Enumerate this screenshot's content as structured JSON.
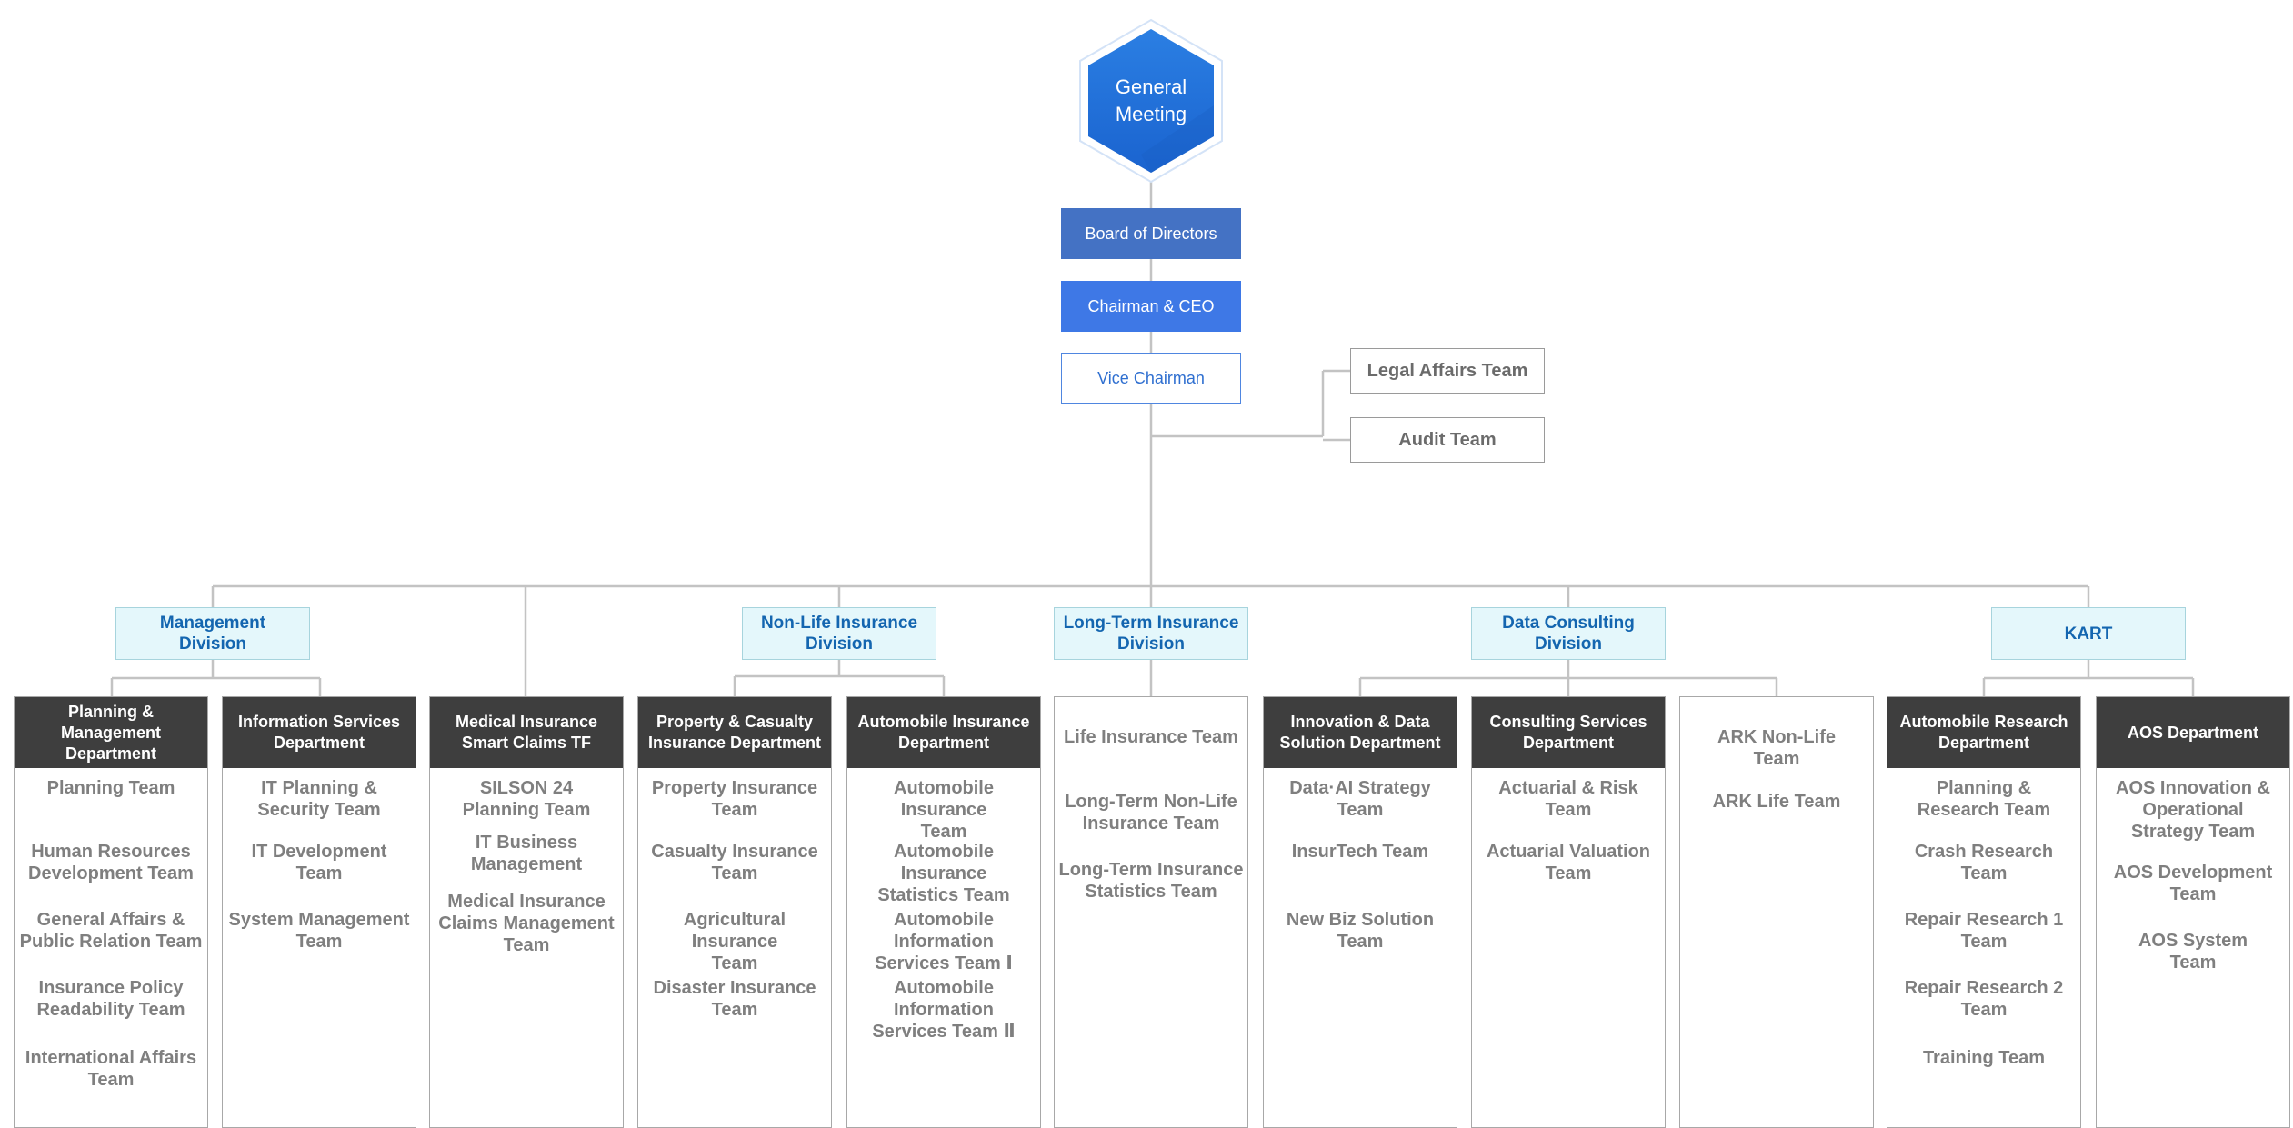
{
  "top": {
    "general_meeting": "General\nMeeting",
    "board": "Board of Directors",
    "chairman": "Chairman & CEO",
    "vice_chairman": "Vice Chairman",
    "legal": "Legal Affairs Team",
    "audit": "Audit Team"
  },
  "divisions": {
    "management": "Management\nDivision",
    "nonlife": "Non-Life Insurance\nDivision",
    "longterm": "Long-Term Insurance\nDivision",
    "data": "Data Consulting\nDivision",
    "kart": "KART"
  },
  "columns": {
    "planning_mgmt": {
      "header": "Planning & Management\nDepartment",
      "teams": [
        "Planning Team",
        "Human Resources\nDevelopment Team",
        "General Affairs &\nPublic Relation Team",
        "Insurance Policy\nReadability Team",
        "International Affairs\nTeam"
      ]
    },
    "info_services": {
      "header": "Information Services\nDepartment",
      "teams": [
        "IT Planning &\nSecurity Team",
        "IT Development\nTeam",
        "System Management\nTeam"
      ]
    },
    "medical_tf": {
      "header": "Medical Insurance\nSmart Claims TF",
      "teams": [
        "SILSON 24\nPlanning Team",
        "IT Business\nManagement",
        "Medical Insurance\nClaims Management\nTeam"
      ]
    },
    "property_casualty": {
      "header": "Property & Casualty\nInsurance Department",
      "teams": [
        "Property Insurance\nTeam",
        "Casualty Insurance\nTeam",
        "Agricultural Insurance\nTeam",
        "Disaster Insurance\nTeam"
      ]
    },
    "automobile": {
      "header": "Automobile Insurance\nDepartment",
      "teams": [
        "Automobile Insurance\nTeam",
        "Automobile Insurance\nStatistics Team",
        "Automobile Information\nServices Team Ⅰ",
        "Automobile Information\nServices Team Ⅱ"
      ]
    },
    "longterm": {
      "teams": [
        "Life Insurance Team",
        "Long-Term Non-Life\nInsurance Team",
        "Long-Term Insurance\nStatistics Team"
      ]
    },
    "innovation": {
      "header": "Innovation & Data\nSolution Department",
      "teams": [
        "Data·AI Strategy\nTeam",
        "InsurTech Team",
        "New Biz Solution\nTeam"
      ]
    },
    "consulting": {
      "header": "Consulting Services\nDepartment",
      "teams": [
        "Actuarial & Risk\nTeam",
        "Actuarial Valuation\nTeam"
      ]
    },
    "ark": {
      "teams": [
        "ARK Non-Life\nTeam",
        "ARK Life Team"
      ]
    },
    "auto_research": {
      "header": "Automobile Research\nDepartment",
      "teams": [
        "Planning &\nResearch Team",
        "Crash Research\nTeam",
        "Repair Research 1\nTeam",
        "Repair Research 2\nTeam",
        "Training Team"
      ]
    },
    "aos": {
      "header": "AOS Department",
      "teams": [
        "AOS Innovation &\nOperational\nStrategy Team",
        "AOS Development\nTeam",
        "AOS System\nTeam"
      ]
    }
  },
  "colors": {
    "connector": "#c3c3c3",
    "header_fill": "#3e3e3e",
    "division_fill": "#e4f7fb",
    "division_text": "#1466b0",
    "hex_fill": "#1f6fd8",
    "board_fill": "#4472c4",
    "chairman_fill": "#3e78e6"
  }
}
